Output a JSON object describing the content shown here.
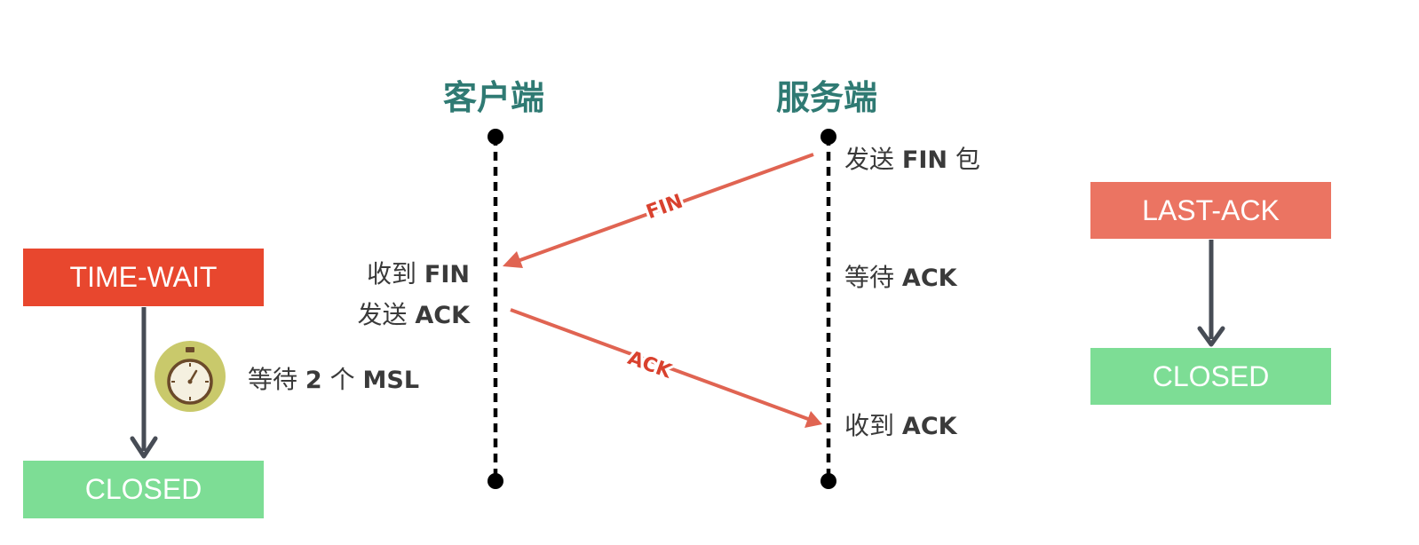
{
  "headers": {
    "client": "客户端",
    "server": "服务端"
  },
  "packets": {
    "fin": "FIN",
    "ack": "ACK"
  },
  "client_side": {
    "recv_prefix": "收到",
    "recv_pkt": "FIN",
    "send_prefix": "发送",
    "send_pkt": "ACK",
    "state": "TIME-WAIT",
    "wait_prefix": "等待",
    "wait_num": "2",
    "wait_unit": "个",
    "wait_suffix": "MSL",
    "final_state": "CLOSED",
    "timer_icon": "stopwatch-icon"
  },
  "server_side": {
    "send_prefix": "发送",
    "send_pkt": "FIN",
    "send_suffix": "包",
    "wait_prefix": "等待",
    "wait_pkt": "ACK",
    "recv_prefix": "收到",
    "recv_pkt": "ACK",
    "state": "LAST-ACK",
    "final_state": "CLOSED"
  },
  "colors": {
    "time_wait": "#e8472e",
    "last_ack": "#eb7462",
    "closed": "#7ddd95",
    "arrow": "#e06452",
    "header": "#2f7a73",
    "state_arrow": "#474c55"
  }
}
